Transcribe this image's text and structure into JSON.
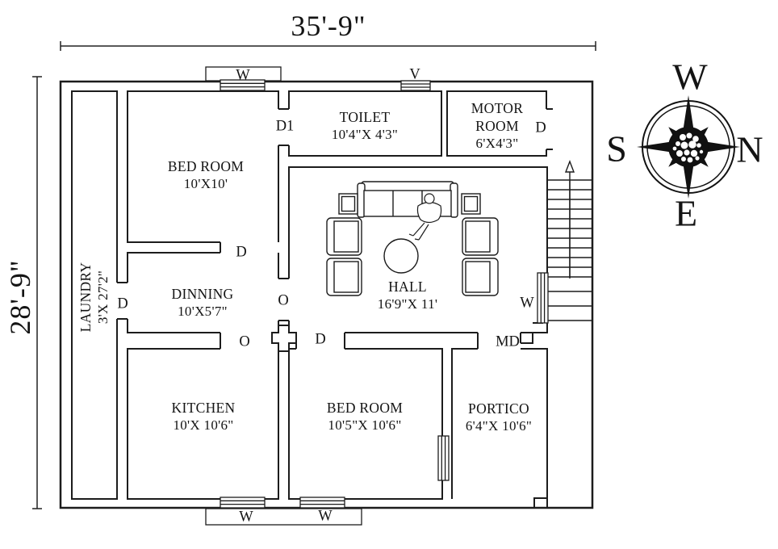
{
  "dimension_labels": {
    "top": "35'-9\"",
    "left": "28'-9\""
  },
  "rooms": {
    "toilet": {
      "name": "TOILET",
      "size": "10'4\"X 4'3\""
    },
    "motor_room": {
      "name": "MOTOR ROOM",
      "size": "6'X4'3\""
    },
    "bed_room_1": {
      "name": "BED ROOM",
      "size": "10'X10'"
    },
    "laundry": {
      "name": "LAUNDRY",
      "size": "3'X 27'2\""
    },
    "dinning": {
      "name": "DINNING",
      "size": "10'X5'7\""
    },
    "hall": {
      "name": "HALL",
      "size": "16'9\"X 11'"
    },
    "kitchen": {
      "name": "KITCHEN",
      "size": "10'X 10'6\""
    },
    "bed_room_2": {
      "name": "BED ROOM",
      "size": "10'5\"X 10'6\""
    },
    "portico": {
      "name": "PORTICO",
      "size": "6'4\"X 10'6\""
    }
  },
  "openings": {
    "window_top": "W",
    "ventilator_top": "V",
    "door_toilet": "D1",
    "door_motor_room": "D",
    "door_bed_room_1": "D",
    "door_laundry": "D",
    "opening_dinning_hall": "O",
    "opening_dinning_kitchen": "O",
    "door_bed_room_2": "D",
    "window_hall": "W",
    "main_door": "MD",
    "window_kitchen": "W",
    "window_bed_room_2": "W"
  },
  "compass": {
    "top": "W",
    "left": "S",
    "right": "N",
    "bottom": "E"
  },
  "line_color": "#1c1c1c"
}
